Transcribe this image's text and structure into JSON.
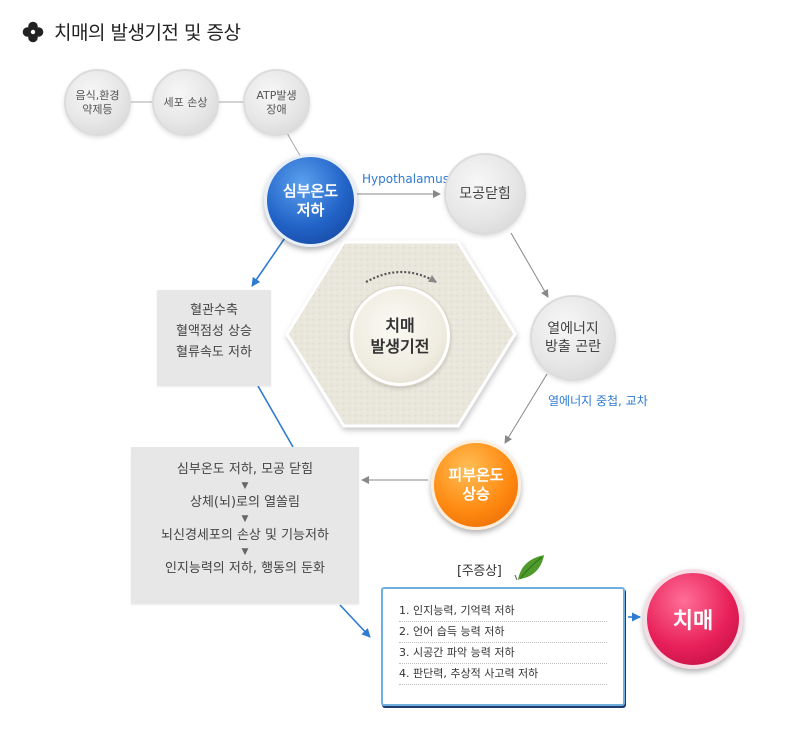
{
  "title": "치매의 발생기전 및 증상",
  "causes": [
    {
      "line1": "음식,환경",
      "line2": "약제등"
    },
    {
      "line1": "세포 손상",
      "line2": ""
    },
    {
      "line1": "ATP발생",
      "line2": "장애"
    }
  ],
  "core_temp_drop": {
    "line1": "심부온도",
    "line2": "저하"
  },
  "hypothalamus_label": "Hypothalamus",
  "pore_closing": "모공닫힘",
  "heat_release": {
    "line1": "열에너지",
    "line2": "방출 곤란"
  },
  "heat_accum_label": "열에너지 중첩, 교차",
  "skin_temp_rise": {
    "line1": "피부온도",
    "line2": "상승"
  },
  "center": {
    "line1": "치매",
    "line2": "발생기전"
  },
  "vascular_box": [
    "혈관수축",
    "혈액점성 상승",
    "혈류속도 저하"
  ],
  "process_box": [
    "심부온도 저하, 모공 닫힘",
    "상체(뇌)로의 열쏠림",
    "뇌신경세포의 손상 및 기능저하",
    "인지능력의 저하, 행동의 둔화"
  ],
  "process_arrow": "▼",
  "main_symptoms_title": "[주증상]",
  "main_symptoms": [
    "1. 인지능력, 기억력 저하",
    "2. 언어 습득 능력 저하",
    "3. 시공간 파악 능력 저하",
    "4. 판단력, 추상적 사고력 저하"
  ],
  "result": "치매",
  "colors": {
    "blue": "#2263c7",
    "orange": "#ff8a12",
    "pink": "#e8205a",
    "arrow_blue": "#2f7bd0",
    "arrow_gray": "#888888"
  }
}
